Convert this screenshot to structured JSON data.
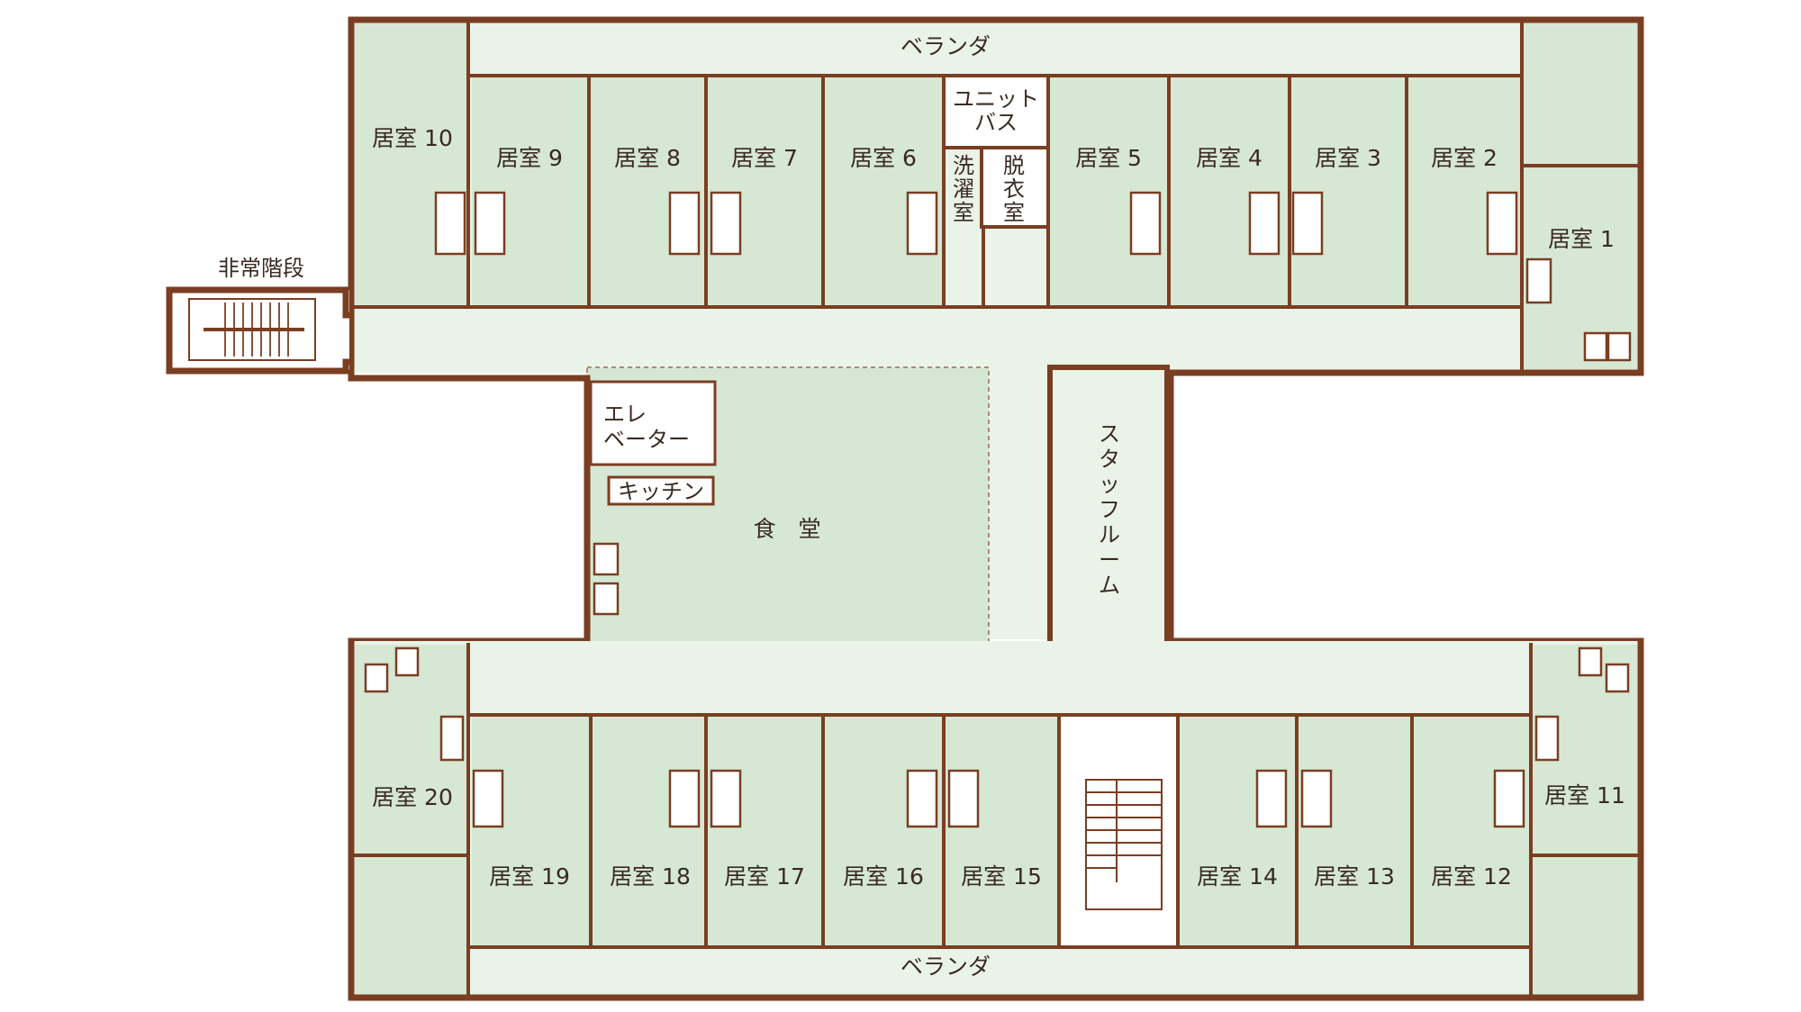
{
  "rooms": {
    "r1": "居室 1",
    "r2": "居室 2",
    "r3": "居室 3",
    "r4": "居室 4",
    "r5": "居室 5",
    "r6": "居室 6",
    "r7": "居室 7",
    "r8": "居室 8",
    "r9": "居室 9",
    "r10": "居室 10",
    "r11": "居室 11",
    "r12": "居室 12",
    "r13": "居室 13",
    "r14": "居室 14",
    "r15": "居室 15",
    "r16": "居室 16",
    "r17": "居室 17",
    "r18": "居室 18",
    "r19": "居室 19",
    "r20": "居室 20"
  },
  "labels": {
    "veranda_top": "ベランダ",
    "veranda_bottom": "ベランダ",
    "unit_bath_1": "ユニット",
    "unit_bath_2": "バス",
    "laundry": [
      "洗",
      "濯",
      "室"
    ],
    "dressing": [
      "脱",
      "衣",
      "室"
    ],
    "emergency_stairs": "非常階段",
    "elevator_1": "エレ",
    "elevator_2": "ベーター",
    "kitchen": "キッチン",
    "dining": "食　堂",
    "staff_room": [
      "ス",
      "タ",
      "ッ",
      "フ",
      "ル",
      "ー",
      "ム"
    ]
  },
  "colors": {
    "wall": "#7a3e22",
    "room_fill": "#d6e8d4",
    "corridor_fill": "#eaf3e7"
  }
}
